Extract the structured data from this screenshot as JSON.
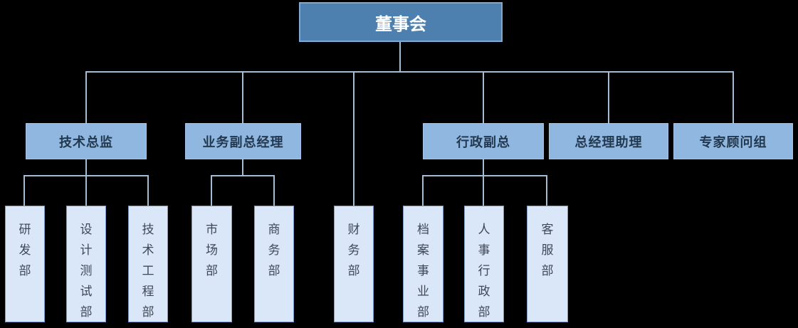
{
  "org": {
    "root": {
      "label": "董事会"
    },
    "managers": [
      {
        "label": "技术总监",
        "reports_to": "董事会"
      },
      {
        "label": "业务副总经理",
        "reports_to": "董事会"
      },
      {
        "label": "行政副总",
        "reports_to": "董事会"
      },
      {
        "label": "总经理助理",
        "reports_to": "董事会"
      },
      {
        "label": "专家顾问组",
        "reports_to": "董事会"
      }
    ],
    "departments": [
      {
        "label": "研发部",
        "reports_to": "技术总监"
      },
      {
        "label": "设计测试部",
        "reports_to": "技术总监"
      },
      {
        "label": "技术工程部",
        "reports_to": "技术总监"
      },
      {
        "label": "市场部",
        "reports_to": "业务副总经理"
      },
      {
        "label": "商务部",
        "reports_to": "业务副总经理"
      },
      {
        "label": "财务部",
        "reports_to": "董事会"
      },
      {
        "label": "档案事业部",
        "reports_to": "行政副总"
      },
      {
        "label": "人事行政部",
        "reports_to": "行政副总"
      },
      {
        "label": "客服部",
        "reports_to": "行政副总"
      }
    ]
  },
  "colors": {
    "background": "#000000",
    "root_fill": "#4E80AF",
    "root_border": "#7FA9CE",
    "root_text": "#FFFFFF",
    "manager_fill": "#90B7E0",
    "manager_border": "#A3C4E8",
    "manager_text": "#22384F",
    "department_fill": "#DAE7F8",
    "department_border": "#7A99C9",
    "department_text": "#3E4857",
    "connector": "#A4BDD6"
  }
}
